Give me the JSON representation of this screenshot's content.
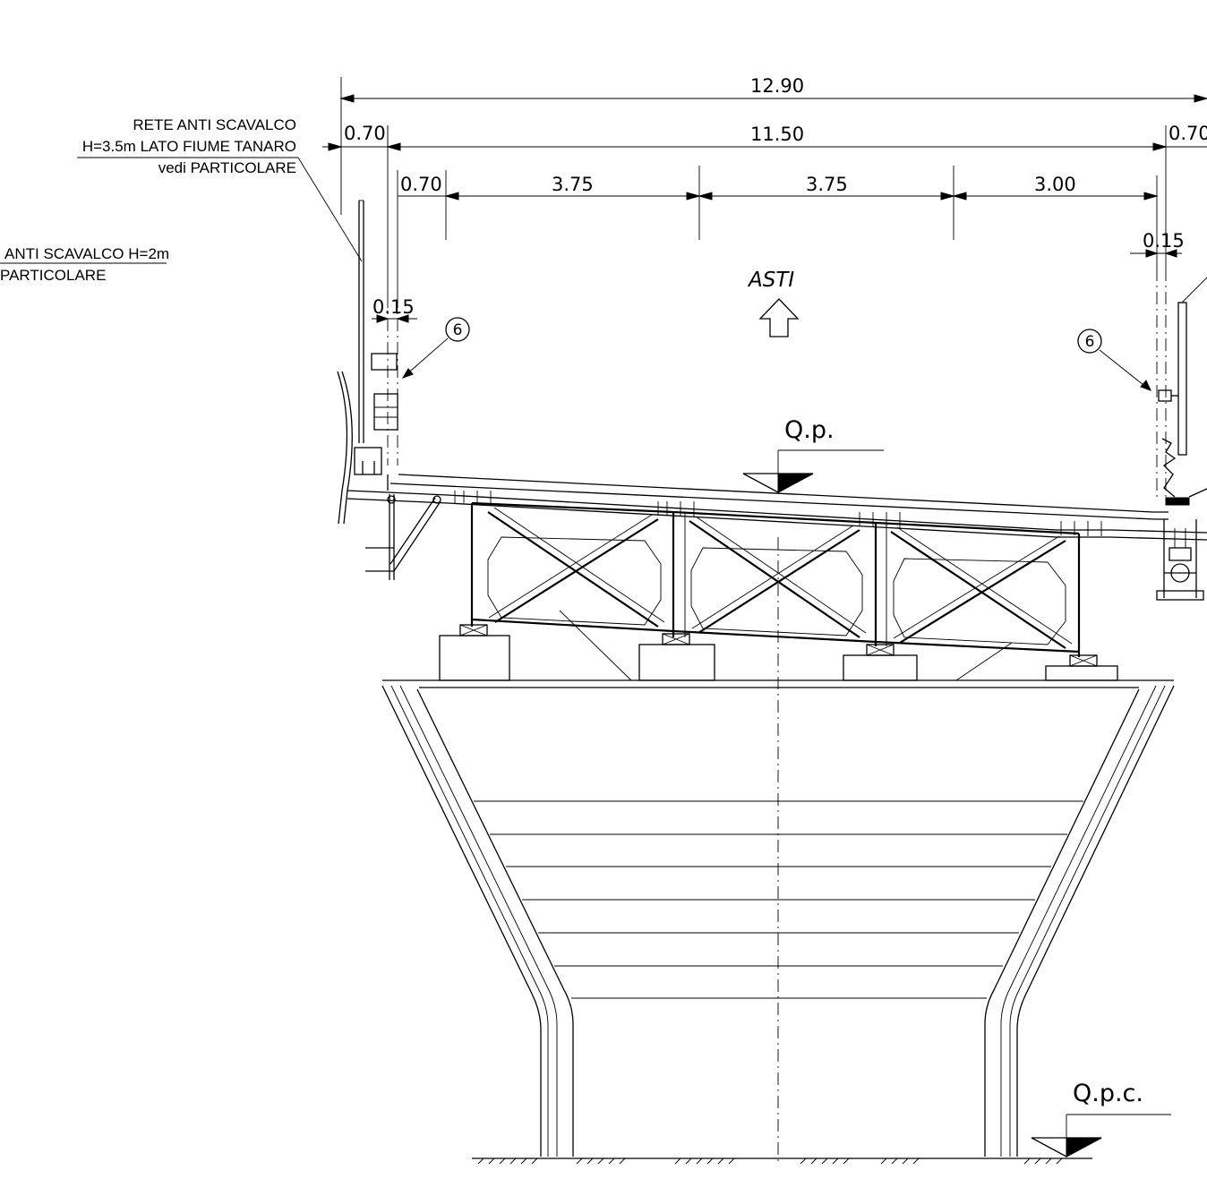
{
  "dimensions": {
    "total_width": "12.90",
    "carriageway": "11.50",
    "curb_left": "0.70",
    "curb_right": "0.70",
    "shoulder_left": "0.70",
    "lane_1": "3.75",
    "lane_2": "3.75",
    "lane_3": "3.00",
    "barrier_left": "0.15",
    "barrier_right": "0.15"
  },
  "notes": {
    "net_river_line1": "RETE ANTI SCAVALCO",
    "net_river_line2": "H=3.5m LATO FIUME TANARO",
    "net_river_line3": "vedi PARTICOLARE",
    "net_2m_line1": "ANTI SCAVALCO H=2m",
    "net_2m_line2": "PARTICOLARE"
  },
  "direction_label": "ASTI",
  "callouts": {
    "left": "6",
    "right": "6"
  },
  "levels": {
    "deck": "Q.p.",
    "ground": "Q.p.c."
  }
}
